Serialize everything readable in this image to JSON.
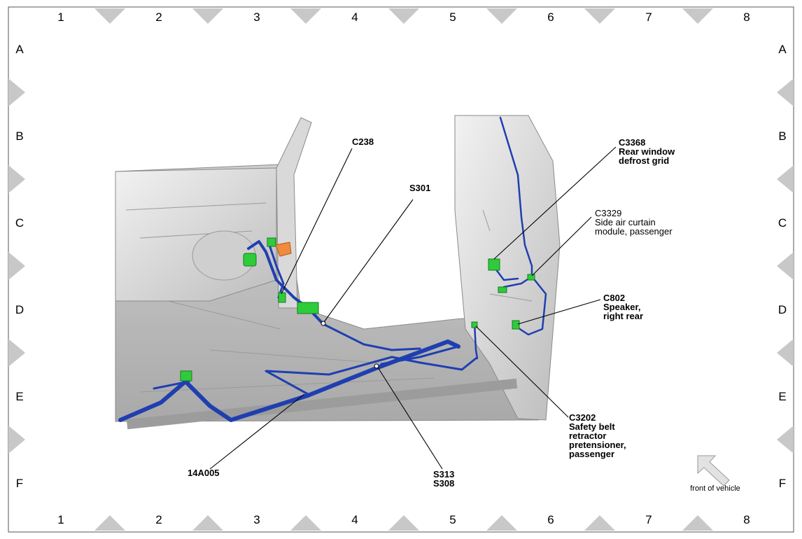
{
  "grid": {
    "columns": [
      "1",
      "2",
      "3",
      "4",
      "5",
      "6",
      "7",
      "8"
    ],
    "rows": [
      "A",
      "B",
      "C",
      "D",
      "E",
      "F"
    ]
  },
  "callouts": {
    "c238": [
      "C238"
    ],
    "s301": [
      "S301"
    ],
    "c3368": [
      "C3368",
      "Rear window",
      "defrost grid"
    ],
    "c3329": [
      "C3329",
      "Side air curtain",
      "module, passenger"
    ],
    "c802": [
      "C802",
      "Speaker,",
      "right rear"
    ],
    "c3202": [
      "C3202",
      "Safety belt",
      "retractor",
      "pretensioner,",
      "passenger"
    ],
    "s313": [
      "S313",
      "S308"
    ],
    "h14a005": [
      "14A005"
    ]
  },
  "orientation": {
    "label": "front of vehicle",
    "icon": "arrow-up-left-icon"
  },
  "colors": {
    "harness": "#1f3fb0",
    "connector": "#2ecc3a",
    "body_panel": "#dcdcdc",
    "orange_component": "#f08a3c"
  }
}
